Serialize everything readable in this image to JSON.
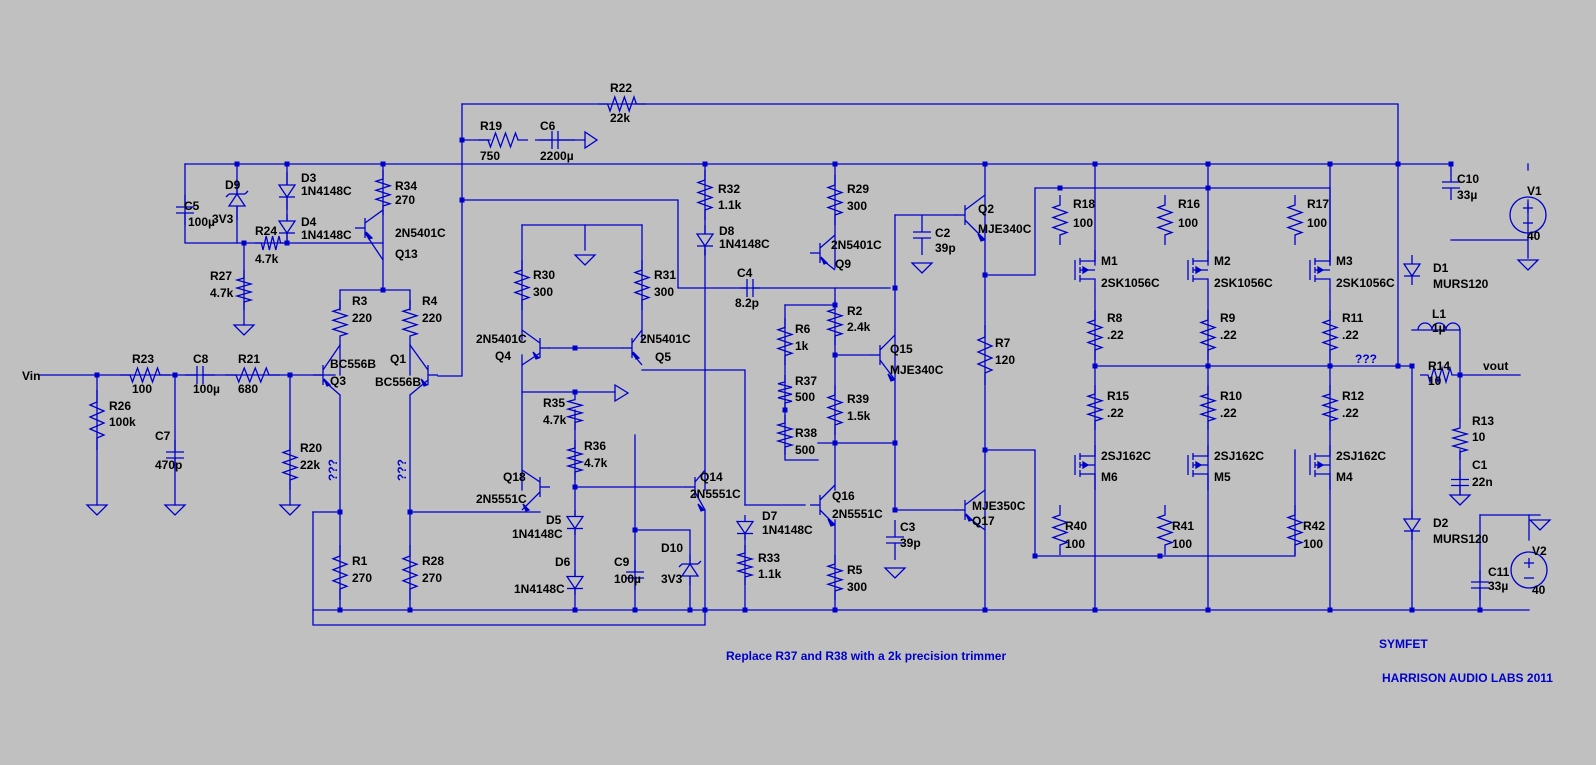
{
  "colors": {
    "background": "#c0c0c0",
    "wire": "#0000cc",
    "label": "#000000",
    "annotation": "#0000cc"
  },
  "components": [
    {
      "ref": "R22",
      "value": "22k"
    },
    {
      "ref": "R19",
      "value": "750"
    },
    {
      "ref": "C6",
      "value": "2200µ"
    },
    {
      "ref": "D9",
      "value": "3V3"
    },
    {
      "ref": "C5",
      "value": "100µ"
    },
    {
      "ref": "D3",
      "value": "1N4148C"
    },
    {
      "ref": "D4",
      "value": "1N4148C"
    },
    {
      "ref": "R34",
      "value": "270"
    },
    {
      "ref": "R24",
      "value": "4.7k"
    },
    {
      "ref": "R27",
      "value": "4.7k"
    },
    {
      "ref": "Q13",
      "value": "2N5401C"
    },
    {
      "ref": "R3",
      "value": "220"
    },
    {
      "ref": "R4",
      "value": "220"
    },
    {
      "ref": "Q3",
      "value": "BC556B"
    },
    {
      "ref": "Q1",
      "value": "BC556B"
    },
    {
      "ref": "R23",
      "value": "100"
    },
    {
      "ref": "C8",
      "value": "100µ"
    },
    {
      "ref": "R21",
      "value": "680"
    },
    {
      "ref": "R26",
      "value": "100k"
    },
    {
      "ref": "C7",
      "value": "470p"
    },
    {
      "ref": "R20",
      "value": "22k"
    },
    {
      "ref": "R1",
      "value": "270"
    },
    {
      "ref": "R28",
      "value": "270"
    },
    {
      "ref": "R30",
      "value": "300"
    },
    {
      "ref": "R31",
      "value": "300"
    },
    {
      "ref": "Q4",
      "value": "2N5401C"
    },
    {
      "ref": "Q5",
      "value": "2N5401C"
    },
    {
      "ref": "R35",
      "value": "4.7k"
    },
    {
      "ref": "R36",
      "value": "4.7k"
    },
    {
      "ref": "Q18",
      "value": "2N5551C"
    },
    {
      "ref": "Q14",
      "value": "2N5551C"
    },
    {
      "ref": "D5",
      "value": "1N4148C"
    },
    {
      "ref": "D6",
      "value": "1N4148C"
    },
    {
      "ref": "C9",
      "value": "100µ"
    },
    {
      "ref": "D10",
      "value": "3V3"
    },
    {
      "ref": "R32",
      "value": "1.1k"
    },
    {
      "ref": "D8",
      "value": "1N4148C"
    },
    {
      "ref": "C4",
      "value": "8.2p"
    },
    {
      "ref": "R29",
      "value": "300"
    },
    {
      "ref": "Q9",
      "value": "2N5401C"
    },
    {
      "ref": "R2",
      "value": "2.4k"
    },
    {
      "ref": "R6",
      "value": "1k"
    },
    {
      "ref": "R37",
      "value": "500"
    },
    {
      "ref": "R38",
      "value": "500"
    },
    {
      "ref": "R39",
      "value": "1.5k"
    },
    {
      "ref": "Q15",
      "value": "MJE340C"
    },
    {
      "ref": "Q16",
      "value": "2N5551C"
    },
    {
      "ref": "D7",
      "value": "1N4148C"
    },
    {
      "ref": "R33",
      "value": "1.1k"
    },
    {
      "ref": "R5",
      "value": "300"
    },
    {
      "ref": "C2",
      "value": "39p"
    },
    {
      "ref": "C3",
      "value": "39p"
    },
    {
      "ref": "Q2",
      "value": "MJE340C"
    },
    {
      "ref": "Q17",
      "value": "MJE350C"
    },
    {
      "ref": "R7",
      "value": "120"
    },
    {
      "ref": "R18",
      "value": "100"
    },
    {
      "ref": "R16",
      "value": "100"
    },
    {
      "ref": "R17",
      "value": "100"
    },
    {
      "ref": "M1",
      "value": "2SK1056C"
    },
    {
      "ref": "M2",
      "value": "2SK1056C"
    },
    {
      "ref": "M3",
      "value": "2SK1056C"
    },
    {
      "ref": "R8",
      "value": ".22"
    },
    {
      "ref": "R9",
      "value": ".22"
    },
    {
      "ref": "R11",
      "value": ".22"
    },
    {
      "ref": "R15",
      "value": ".22"
    },
    {
      "ref": "R10",
      "value": ".22"
    },
    {
      "ref": "R12",
      "value": ".22"
    },
    {
      "ref": "M6",
      "value": "2SJ162C"
    },
    {
      "ref": "M5",
      "value": "2SJ162C"
    },
    {
      "ref": "M4",
      "value": "2SJ162C"
    },
    {
      "ref": "R40",
      "value": "100"
    },
    {
      "ref": "R41",
      "value": "100"
    },
    {
      "ref": "R42",
      "value": "100"
    },
    {
      "ref": "C10",
      "value": "33µ"
    },
    {
      "ref": "V1",
      "value": "40"
    },
    {
      "ref": "D1",
      "value": "MURS120"
    },
    {
      "ref": "D2",
      "value": "MURS120"
    },
    {
      "ref": "L1",
      "value": "1µ"
    },
    {
      "ref": "R14",
      "value": "10"
    },
    {
      "ref": "R13",
      "value": "10"
    },
    {
      "ref": "C1",
      "value": "22n"
    },
    {
      "ref": "C11",
      "value": "33µ"
    },
    {
      "ref": "V2",
      "value": "40"
    }
  ],
  "nets": {
    "input": "Vin",
    "output": "vout"
  },
  "unknown_marker": "???",
  "notes": {
    "trimmer": "Replace R37 and R38 with a 2k precision trimmer",
    "project": "SYMFET",
    "credit": "HARRISON AUDIO LABS 2011"
  }
}
